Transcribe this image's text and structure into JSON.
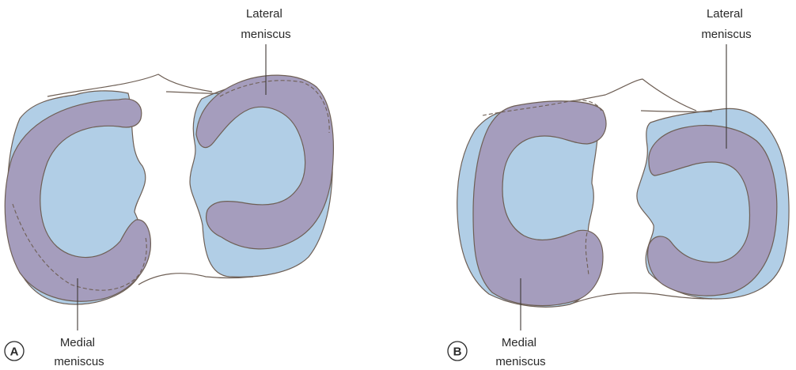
{
  "panels": [
    {
      "letter": "A",
      "lateral_label": [
        "Lateral",
        "meniscus"
      ],
      "medial_label": [
        "Medial",
        "meniscus"
      ]
    },
    {
      "letter": "B",
      "lateral_label": [
        "Lateral",
        "meniscus"
      ],
      "medial_label": [
        "Medial",
        "meniscus"
      ]
    }
  ],
  "colors": {
    "plateau": "#b1cee6",
    "meniscus": "#a59dbd",
    "outline": "#6e5f55"
  }
}
